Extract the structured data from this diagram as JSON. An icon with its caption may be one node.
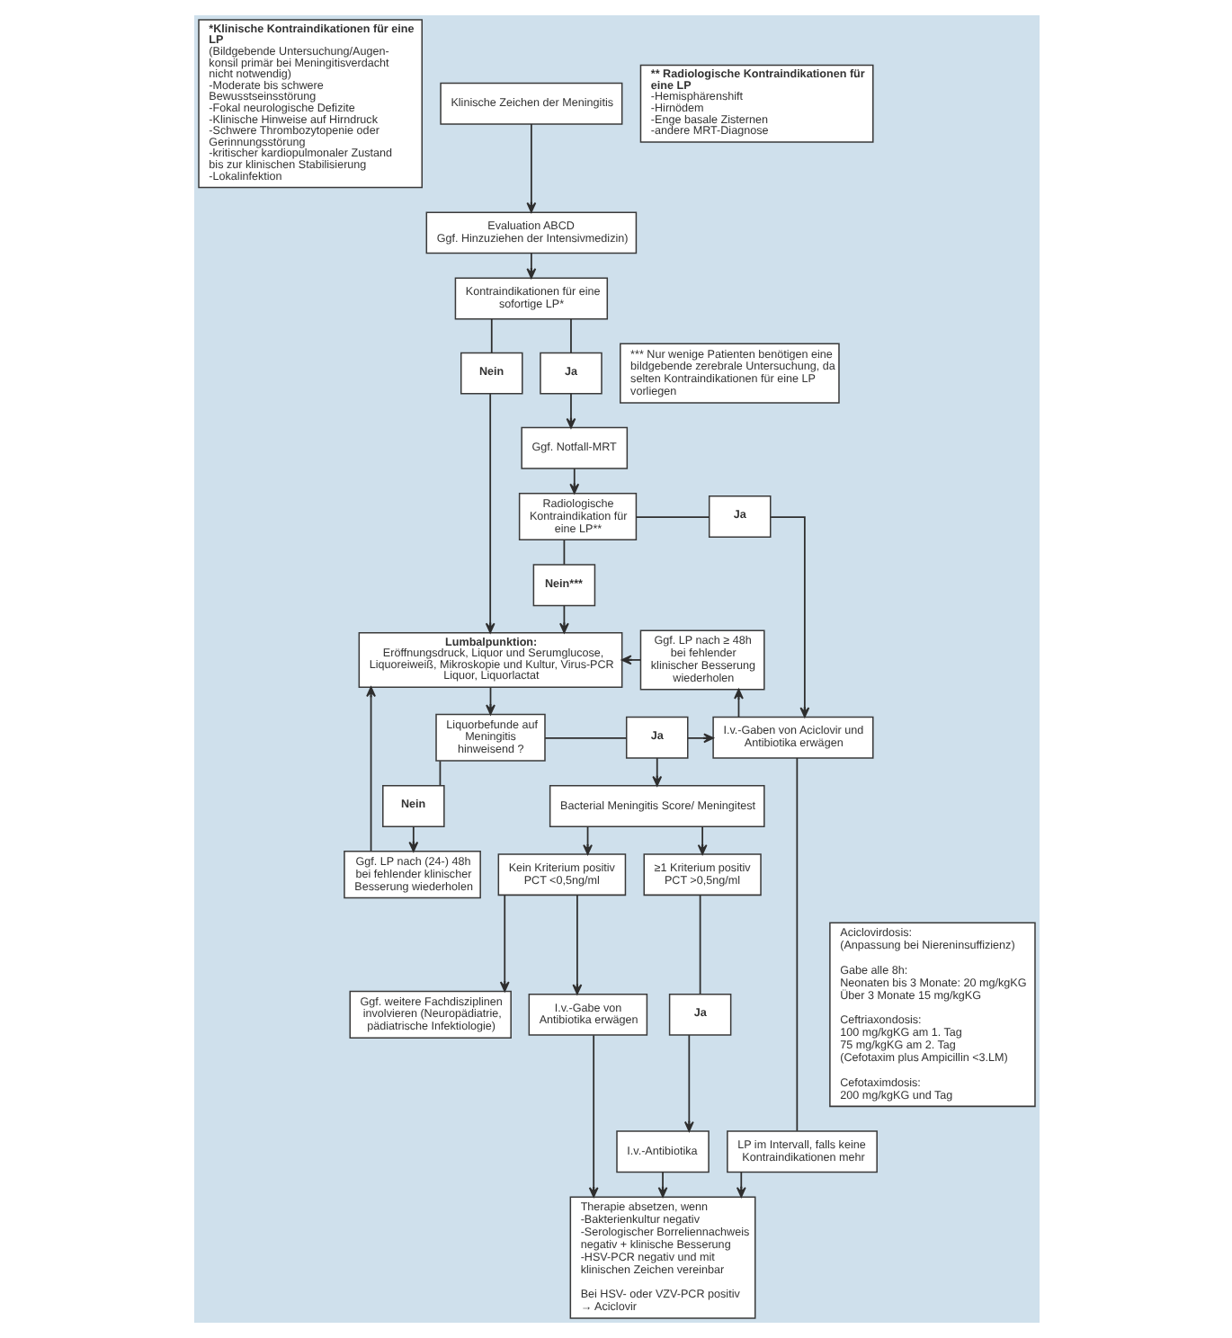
{
  "diagram": {
    "nodes": [
      {
        "text": [
          "*Klinische Kontraindikationen für eine LP",
          "(Bildgebende Untersuchung/Augen- konsil primär bei Meningitisverdacht nicht notwendig)",
          "-Moderate bis schwere Bewusstseinsstörung",
          "-Fokal neurologische Defizite",
          "-Klinische Hinweise auf Hirndruck",
          "-Schwere Thrombozytopenie oder Gerinnungsstörung",
          "-kritischer kardiopulmonaler Zustand bis zur klinischen Stabilisierung",
          "-Lokalinfektion"
        ]
      },
      {
        "text": [
          "Klinische Zeichen der Meningitis"
        ]
      },
      {
        "text": [
          "** Radiologische Kontraindikationen für eine LP",
          "-Hemisphärenshift",
          "-Hirnödem",
          "-Enge basale Zisternen",
          "-andere MRT-Diagnose"
        ]
      },
      {
        "text": [
          "Evaluation ABCD",
          "Ggf. Hinzuziehen der Intensivmedizin)"
        ]
      },
      {
        "text": [
          "Kontraindikationen für eine sofortige LP*"
        ]
      },
      {
        "text": [
          "*** Nur wenige Patienten benötigen eine bildgebende zerebrale Untersuchung, da selten Kontraindikationen für eine LP vorliegen"
        ]
      },
      {
        "text": [
          "Nein"
        ]
      },
      {
        "text": [
          "Ja"
        ]
      },
      {
        "text": [
          "Ggf. Notfall-MRT"
        ]
      },
      {
        "text": [
          "Nein***"
        ]
      },
      {
        "text": [
          "Radiologische Kontraindikation für eine LP**"
        ]
      },
      {
        "text": [
          "Ja"
        ]
      },
      {
        "text": [
          "Lumbalpunktion:",
          "Eröffnungsdruck, Liquor und Serumglucose, Liquoreiweiß, Mikroskopie und Kultur, Virus-PCR Liquor, Liquorlactat"
        ]
      },
      {
        "text": [
          "Ggf. LP nach ≥ 48h bei fehlender klinischer Besserung wiederholen"
        ]
      },
      {
        "text": [
          "Ggf. LP nach (24-) 48h bei fehlender klinischer Besserung wiederholen"
        ]
      },
      {
        "text": [
          "Nein"
        ]
      },
      {
        "text": [
          "Liquorbefunde auf Meningitis hinweisend ?"
        ]
      },
      {
        "text": [
          "Ja"
        ]
      },
      {
        "text": [
          "I.v.-Gaben von Aciclovir und Antibiotika erwägen"
        ]
      },
      {
        "text": [
          "Bacterial Meningitis Score/ Meningitest"
        ]
      },
      {
        "text": [
          "Ggf. weitere Fachdisziplinen involvieren (Neuropädiatrie, pädiatrische Infektiologie)"
        ]
      },
      {
        "text": [
          "Kein Kriterium positiv",
          "PCT <0,5ng/ml"
        ]
      },
      {
        "text": [
          "≥1 Kriterium positiv",
          "PCT >0,5ng/ml"
        ]
      },
      {
        "text": [
          "LP im Intervall, falls keine Kontraindikationen mehr"
        ]
      },
      {
        "text": [
          "Aciclovirdosis:",
          "(Anpassung bei Niereninsuffizienz)",
          "Gabe alle 8h:",
          "Neonaten bis 3 Monate: 20 mg/kgKG",
          "Über 3 Monate 15 mg/kgKG",
          "Ceftriaxondosis:",
          "100 mg/kgKG am 1. Tag",
          "75 mg/kgKG am 2. Tag",
          "(Cefotaxim plus Ampicillin <3.LM)",
          "Cefotaximdosis:",
          "200 mg/kgKG und Tag"
        ]
      },
      {
        "text": [
          "Ja"
        ]
      },
      {
        "text": [
          "I.v.-Antibiotika"
        ]
      },
      {
        "text": [
          "I.v.-Gabe von Antibiotika erwägen"
        ]
      },
      {
        "text": [
          "Therapie absetzen, wenn",
          "-Bakterienkultur negativ",
          "-Serologischer Borreliennachweis negativ + klinische Besserung",
          "-HSV-PCR negativ und mit klinischen Zeichen vereinbar",
          "Bei HSV- oder VZV-PCR positiv → Aciclovir"
        ]
      }
    ],
    "edges": [
      {
        "from": 1,
        "to": 3,
        "arrow": "to"
      },
      {
        "from": 3,
        "to": 4,
        "arrow": "to"
      },
      {
        "from": 4,
        "to": 6,
        "arrow": "none"
      },
      {
        "from": 4,
        "to": 7,
        "arrow": "none"
      },
      {
        "from": 6,
        "to": 12,
        "arrow": "to"
      },
      {
        "from": 7,
        "to": 8,
        "arrow": "to"
      },
      {
        "from": 8,
        "to": 10,
        "arrow": "to"
      },
      {
        "from": 10,
        "to": 9,
        "arrow": "none"
      },
      {
        "from": 9,
        "to": 12,
        "arrow": "to"
      },
      {
        "from": 10,
        "to": 11,
        "arrow": "none"
      },
      {
        "from": 11,
        "to": 18,
        "arrow": "to"
      },
      {
        "from": 12,
        "to": 16,
        "arrow": "to"
      },
      {
        "from": 16,
        "to": 15,
        "arrow": "none"
      },
      {
        "from": 15,
        "to": 14,
        "arrow": "to"
      },
      {
        "from": 14,
        "to": 12,
        "arrow": "to"
      },
      {
        "from": 16,
        "to": 17,
        "arrow": "none"
      },
      {
        "from": 17,
        "to": 18,
        "arrow": "to"
      },
      {
        "from": 17,
        "to": 19,
        "arrow": "to"
      },
      {
        "from": 18,
        "to": 13,
        "arrow": "to"
      },
      {
        "from": 13,
        "to": 12,
        "arrow": "to"
      },
      {
        "from": 18,
        "to": 23,
        "arrow": "none"
      },
      {
        "from": 19,
        "to": 21,
        "arrow": "to"
      },
      {
        "from": 19,
        "to": 22,
        "arrow": "to"
      },
      {
        "from": 21,
        "to": 20,
        "arrow": "to"
      },
      {
        "from": 21,
        "to": 27,
        "arrow": "to"
      },
      {
        "from": 22,
        "to": 25,
        "arrow": "none"
      },
      {
        "from": 25,
        "to": 26,
        "arrow": "to"
      },
      {
        "from": 26,
        "to": 28,
        "arrow": "to"
      },
      {
        "from": 27,
        "to": 28,
        "arrow": "to"
      },
      {
        "from": 23,
        "to": 28,
        "arrow": "to"
      }
    ]
  }
}
